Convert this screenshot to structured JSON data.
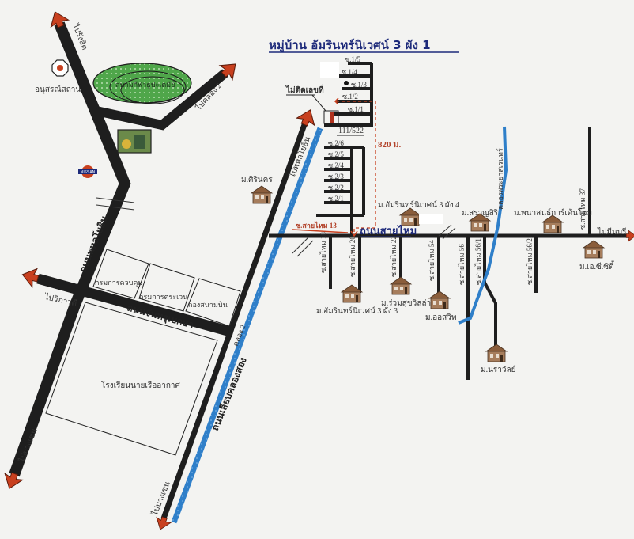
{
  "title": "หมู่บ้าน อัมรินทร์นิเวศน์ 3 ผัง 1",
  "colors": {
    "road": "#222222",
    "canal": "#2f7fc9",
    "arrow": "#c8401f",
    "title": "#1d2a7a",
    "distance": "#b2422a",
    "park": "#4fa64a"
  },
  "roads": {
    "phahon_yothin": "ถนนพหลโยธิน",
    "chantharupbeksa": "ถนนจันทรุเบกษา",
    "khlong_rd": "ถนนเลียบคลองสอง",
    "sai_mai": "ถนนสายไหม",
    "khlong2": "คลอง 2",
    "khlong_canal": "คลองพระยาสุเรนทร์"
  },
  "directions": {
    "to_rangsit": "ไปรังสิต",
    "to_khlong2": "ไปคลอง 2",
    "to_vibhavadi": "ไปวิภาวดี",
    "to_bangkhen_left": "ไปบางเขน",
    "to_bangkhen_right": "ไปบางเขน",
    "to_phahon": "ไปพหลโยธิน",
    "to_minburi": "ไปมีนบุรี"
  },
  "landmarks": {
    "monument": "อนุสรณ์สถาน",
    "park": "สนามกีฬาธูปะเตมีย์",
    "dept_control": "กรมการควบคุม",
    "dept_patrol": "กรมการตระเวน",
    "airfield": "กองสนามบิน",
    "school": "โรงเรียนนายเรืออากาศ",
    "nissan": "NISSAN"
  },
  "sois_top": [
    "ซ.1/5",
    "ซ.1/4",
    "ซ.1/3",
    "ซ.1/2",
    "ซ.1/1"
  ],
  "sois_mid": [
    "ซ.2/6",
    "ซ.2/5",
    "ซ.2/4",
    "ซ.2/3",
    "ซ.2/2",
    "ซ.2/1"
  ],
  "house_no_label": "ไม่ติดเลขที่",
  "house_number": "111/522",
  "distance": "820 ม.",
  "soi_13": "ซ.สายไหม 13",
  "side_sois": {
    "s18": "ซ.สายไหม 18",
    "s20": "ซ.สายไหม 20",
    "s22": "ซ.สายไหม 22",
    "s54": "ซ.สายไหม 54",
    "s56": "ซ.สายไหม 56",
    "s56_1": "ซ.สายไหม 56/1",
    "s56_2": "ซ.สายไหม 56/2",
    "s37": "ซ.สายไหม 37"
  },
  "villages": {
    "sirinakorn": "ม.ศิรินคร",
    "amarin4": "ม.อัมรินทร์นิเวศน์ 3 ผัง 4",
    "saransiri": "ม.สราญสิริ",
    "panasan": "ม.พนาสนธ์การ์เด้นโฮม",
    "ec_cities": "ม.เอ.ซี.ซิตี้",
    "amarin3": "ม.อัมรินทร์นิเวศน์ 3 ผัง 3",
    "ruamsuk": "ม.ร่วมสุขวิลล่า",
    "orchid": "ม.ออสวิท",
    "narawan": "ม.นราวัลย์"
  }
}
